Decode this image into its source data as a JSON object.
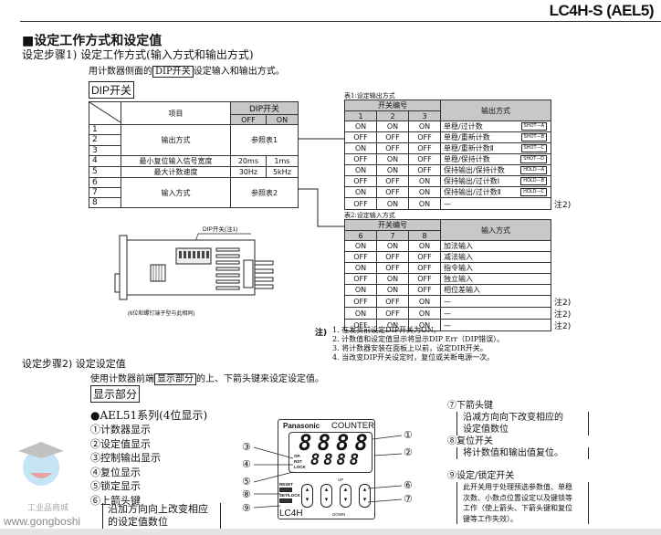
{
  "header": {
    "model": "LC4H-S (AEL5)"
  },
  "title": "■设定工作方式和设定值",
  "step1": {
    "heading": "设定步骤1) 设定工作方式(输入方式和输出方式)",
    "desc_pre": "用计数器侧面的",
    "desc_box": "DIP开关",
    "desc_post": "设定输入和输出方式。",
    "section_label": "DIP开关"
  },
  "main_table": {
    "col_item": "项目",
    "col_dip": "DIP开关",
    "col_off": "OFF",
    "col_on": "ON",
    "rows": [
      {
        "nums": [
          "1",
          "2",
          "3"
        ],
        "item": "输出方式",
        "value": "参照表1"
      },
      {
        "nums": [
          "4"
        ],
        "item": "最小复位输入信号宽度",
        "off": "20ms",
        "on": "1ms"
      },
      {
        "nums": [
          "5"
        ],
        "item": "最大计数速度",
        "off": "30Hz",
        "on": "5kHz"
      },
      {
        "nums": [
          "6",
          "7",
          "8"
        ],
        "item": "输入方式",
        "value": "参照表2"
      }
    ]
  },
  "table1": {
    "caption": "表1:设定输出方式",
    "switch_header": "开关编号",
    "cols": [
      "1",
      "2",
      "3"
    ],
    "mode_header": "输出方式",
    "rows": [
      [
        "ON",
        "ON",
        "ON",
        "单稳/过计数",
        "SHOT—A",
        ""
      ],
      [
        "OFF",
        "OFF",
        "OFF",
        "单稳/重新计数",
        "SHOT—B",
        ""
      ],
      [
        "ON",
        "OFF",
        "OFF",
        "单稳/重新计数Ⅱ",
        "SHOT—C",
        ""
      ],
      [
        "OFF",
        "ON",
        "OFF",
        "单稳/保持计数",
        "SHOT—D",
        ""
      ],
      [
        "ON",
        "ON",
        "OFF",
        "保持输出/保持计数",
        "HOLD—A",
        ""
      ],
      [
        "OFF",
        "OFF",
        "ON",
        "保持输出/过计数Ⅰ",
        "HOLD—B",
        ""
      ],
      [
        "ON",
        "OFF",
        "ON",
        "保持输出/过计数Ⅱ",
        "HOLD—C",
        ""
      ],
      [
        "OFF",
        "ON",
        "ON",
        "—",
        "",
        "注2)"
      ]
    ]
  },
  "table2": {
    "caption": "表2:设定输入方式",
    "switch_header": "开关编号",
    "cols": [
      "6",
      "7",
      "8"
    ],
    "mode_header": "输入方式",
    "rows": [
      [
        "ON",
        "ON",
        "ON",
        "加法输入",
        ""
      ],
      [
        "OFF",
        "OFF",
        "OFF",
        "减法输入",
        ""
      ],
      [
        "ON",
        "OFF",
        "OFF",
        "指令输入",
        ""
      ],
      [
        "OFF",
        "ON",
        "OFF",
        "独立输入",
        ""
      ],
      [
        "ON",
        "ON",
        "OFF",
        "相位差输入",
        ""
      ],
      [
        "OFF",
        "OFF",
        "ON",
        "—",
        "注2)"
      ],
      [
        "ON",
        "OFF",
        "ON",
        "—",
        "注2)"
      ],
      [
        "OFF",
        "ON",
        "ON",
        "—",
        "注2)"
      ]
    ]
  },
  "device": {
    "dip_label": "DIP开关(注1)",
    "caption": "(6位和螺钉端子型与此相同)"
  },
  "notes": {
    "label": "注)",
    "items": [
      "1. 在发货前设定DIP开关为ON。",
      "2. 计数值和设定值显示将显示DIP Err（DIP错误）。",
      "3. 将计数器安装在面板上以前，设定DIR开关。",
      "4. 当改变DIP开关设定时，复位或关断电源一次。"
    ]
  },
  "step2": {
    "heading": "设定步骤2) 设定设定值",
    "desc_pre": "使用计数器前端",
    "desc_box": "显示部分",
    "desc_post": "的上、下箭头键来设定设定值。",
    "section_label": "显示部分",
    "series": "●AEL51系列(4位显示)",
    "items": [
      "①计数器显示",
      "②设定值显示",
      "③控制输出显示",
      "④复位显示",
      "⑤锁定显示",
      "⑥上箭头键"
    ],
    "item6_desc": [
      "沿加方向向上改变相应",
      "的设定值数位"
    ]
  },
  "counter": {
    "brand": "Panasonic",
    "label": "COUNTER",
    "digits1": "8888",
    "digits2": "8888",
    "ind_op": "OP.",
    "ind_rst": "RST",
    "ind_lock": "LOCK",
    "reset": "RESET",
    "setlock": "SET/LOCK",
    "model": "LC4H",
    "up": "UP",
    "down": "DOWN",
    "callouts": [
      "①",
      "②",
      "③",
      "④",
      "⑤",
      "⑥",
      "⑦",
      "⑧",
      "⑨"
    ]
  },
  "right_desc": {
    "k7": "⑦下箭头键",
    "k7_desc": [
      "沿减方向向下改变相应的",
      "设定值数位"
    ],
    "k8": "⑧复位开关",
    "k8_desc": "将计数值和输出值复位。",
    "k9": "⑨设定/锁定开关",
    "k9_desc": [
      "此开关用于处理预选参数值、单稳",
      "次数、小数点位置设定以及键锁等",
      "工作（使上箭头、下箭头键和复位",
      "键等工作失效）。"
    ]
  },
  "watermark": {
    "url": "www.gongboshi",
    "brand": "工业品商城"
  }
}
